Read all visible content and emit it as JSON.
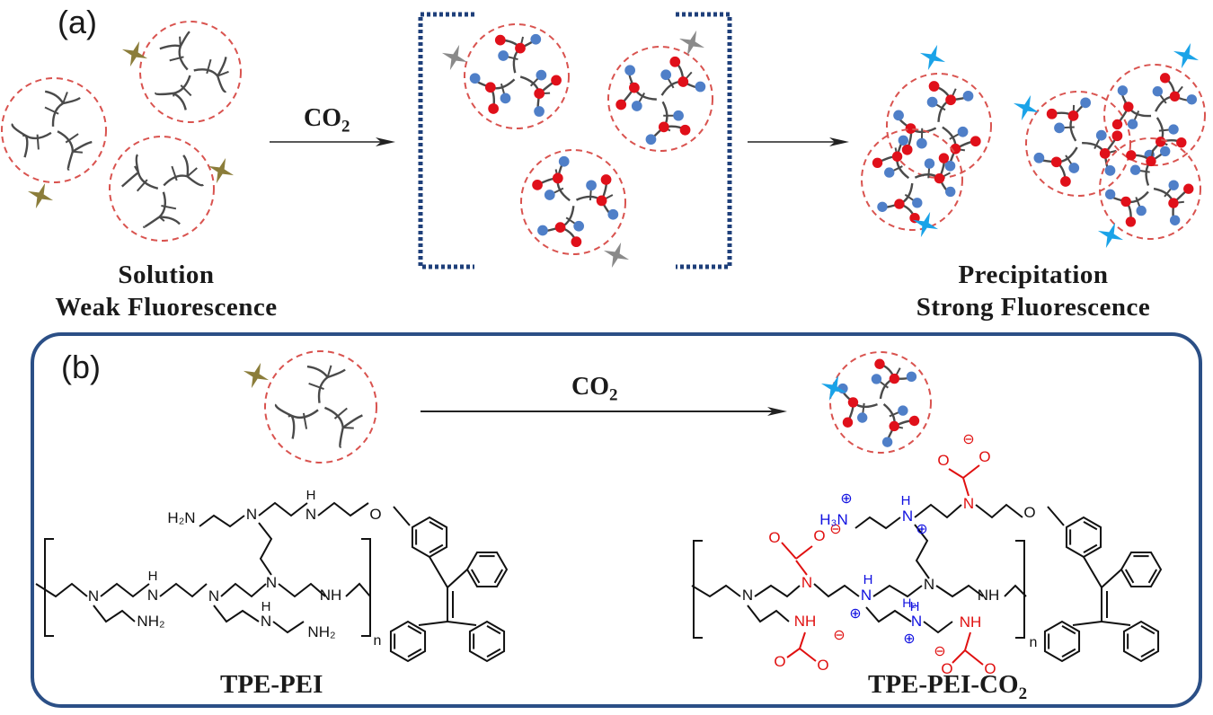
{
  "panel_a": {
    "tag": "(a)",
    "reagent": {
      "main": "CO",
      "sub": "2"
    },
    "left_caption": {
      "line1": "Solution",
      "line2": "Weak Fluorescence"
    },
    "right_caption": {
      "line1": "Precipitation",
      "line2": "Strong Fluorescence"
    }
  },
  "panel_b": {
    "tag": "(b)",
    "reagent": {
      "main": "CO",
      "sub": "2"
    },
    "left_compound": "TPE-PEI",
    "right_compound": {
      "main": "TPE-PEI-CO",
      "sub": "2"
    },
    "repeat_subscript": "n",
    "atom_labels": {
      "h2n": "H₂N",
      "nh2": "NH₂",
      "n": "N",
      "h": "H",
      "nh": "NH",
      "o": "O",
      "h3n": "H₃N",
      "h2": "H₂",
      "plus": "⊕",
      "minus": "⊖"
    }
  },
  "colors": {
    "dendrimer_outline": "#d9534f",
    "branch": "#4a4a4a",
    "star_weak": "#8b7d3a",
    "star_intermediate": "#8a8a8a",
    "star_strong": "#1aa3e8",
    "amine_dot": "#4f7fc8",
    "carbamate_dot": "#e0101a",
    "bracket": "#1e3f7a",
    "panel_border": "#2b4f86",
    "ammonium_text": "#1010e0",
    "carbamate_text": "#e01010"
  }
}
